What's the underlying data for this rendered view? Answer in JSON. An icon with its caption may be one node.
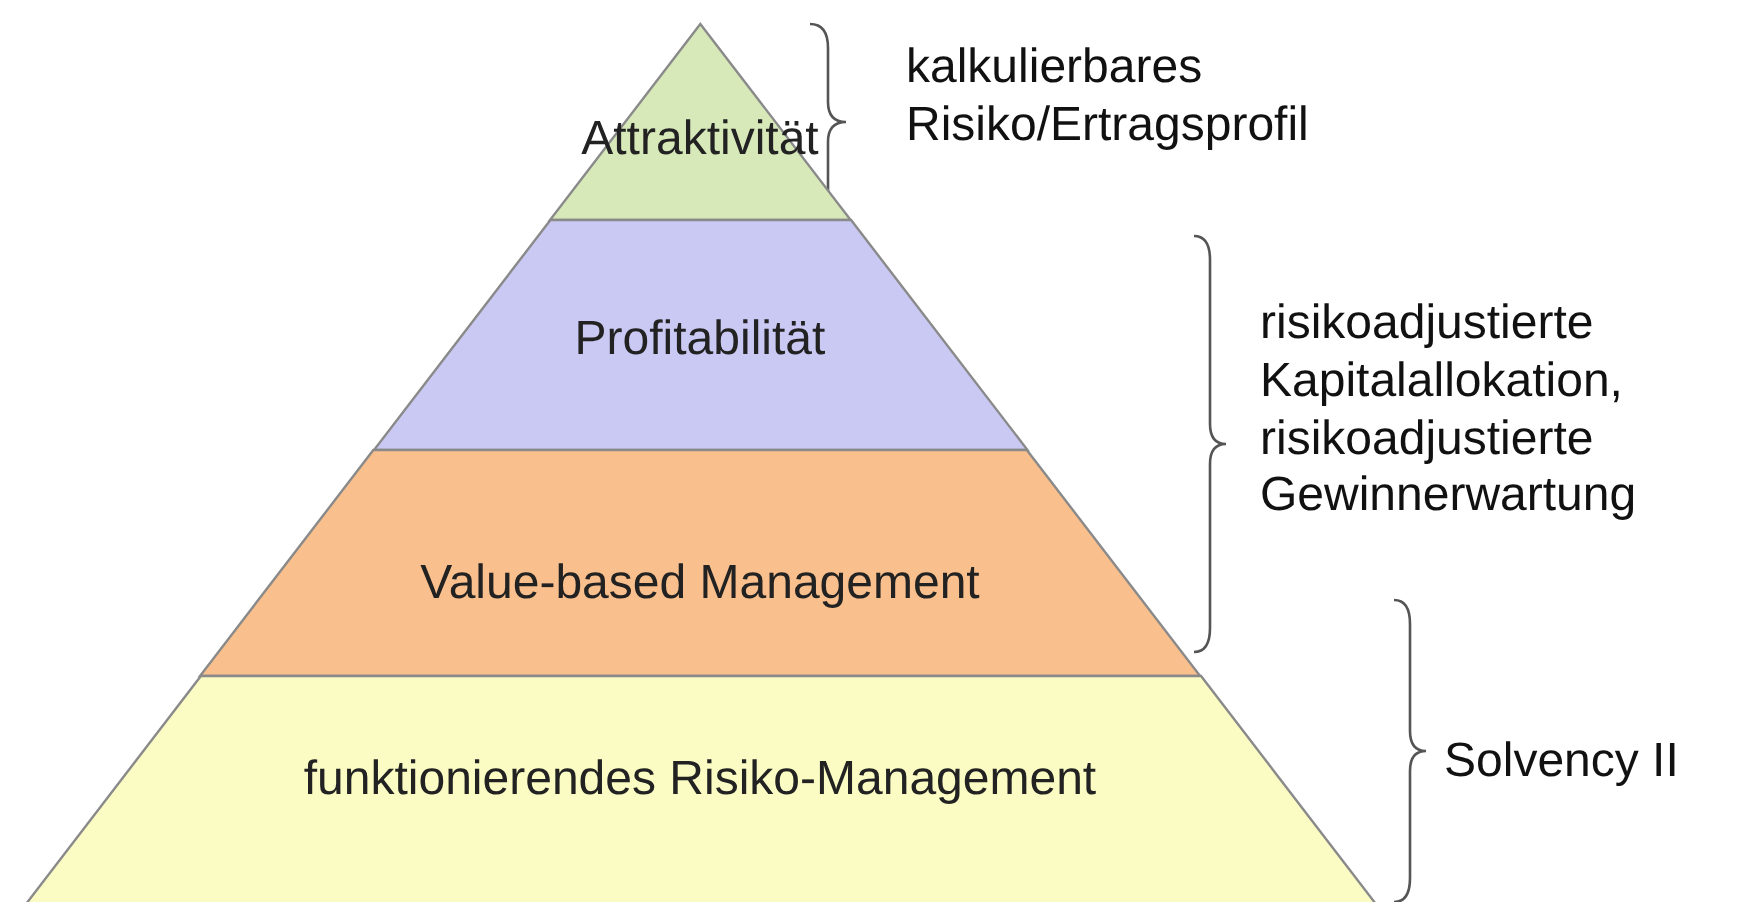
{
  "diagram": {
    "nodes": [
      {
        "text": [
          "Attraktivität"
        ]
      },
      {
        "text": [
          "Profitabilität"
        ]
      },
      {
        "text": [
          "Value-based Management"
        ]
      },
      {
        "text": [
          "funktionierendes Risiko-Management"
        ]
      }
    ],
    "labels": [
      "kalkulierbares Risiko/Ertragsprofil",
      "risikoadjustierte Kapitalallokation, risikoadjustierte Gewinnerwartung",
      "Solvency II"
    ]
  }
}
